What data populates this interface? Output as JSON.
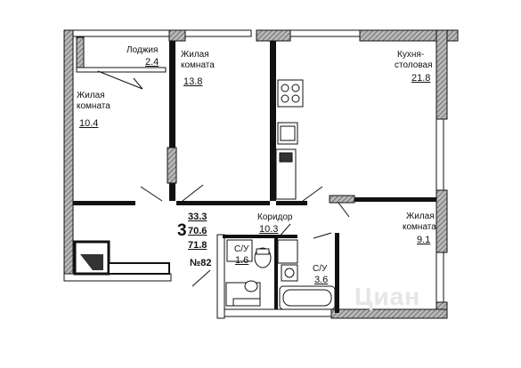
{
  "rooms": [
    {
      "id": "loggia",
      "name": "Лоджия",
      "area": "2.4"
    },
    {
      "id": "living1",
      "name_line1": "Жилая",
      "name_line2": "комната",
      "area": "13.8"
    },
    {
      "id": "kitchen",
      "name_line1": "Кухня-",
      "name_line2": "столовая",
      "area": "21.8"
    },
    {
      "id": "living2",
      "name_line1": "Жилая",
      "name_line2": "комната",
      "area": "10.4"
    },
    {
      "id": "corridor",
      "name": "Коридор",
      "area": "10.3"
    },
    {
      "id": "living3",
      "name_line1": "Жилая",
      "name_line2": "комната",
      "area": "9.1"
    },
    {
      "id": "wc1",
      "name": "С/У",
      "area": "1.6"
    },
    {
      "id": "wc2",
      "name": "С/У",
      "area": "3.6"
    }
  ],
  "summary": {
    "rooms_count": "3",
    "living_area": "33.3",
    "total_area_excl": "70.6",
    "total_area": "71.8",
    "apartment_no": "№82"
  },
  "watermark": "Циан",
  "colors": {
    "wall": "#111111",
    "hatch": "#555555",
    "fixture": "#444444"
  }
}
